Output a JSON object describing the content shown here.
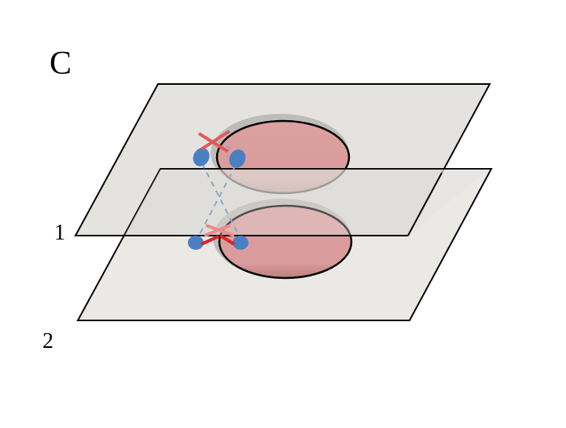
{
  "figure": {
    "panel_label": "C",
    "planes": [
      {
        "label": "1",
        "fill": "#e3e2de",
        "stroke": "#000000"
      },
      {
        "label": "2",
        "fill": "#e3e2de",
        "stroke": "#000000"
      }
    ],
    "colors": {
      "cell_fill": "#d99b9b",
      "cell_shadow": "#b9b8b4",
      "cell_outline": "#000000",
      "receptor": "#4a7fc4",
      "dashed_link": "#8ea6c8",
      "cross_mark": "#e34a4a",
      "cross_mark_dark": "#e0202a"
    }
  }
}
